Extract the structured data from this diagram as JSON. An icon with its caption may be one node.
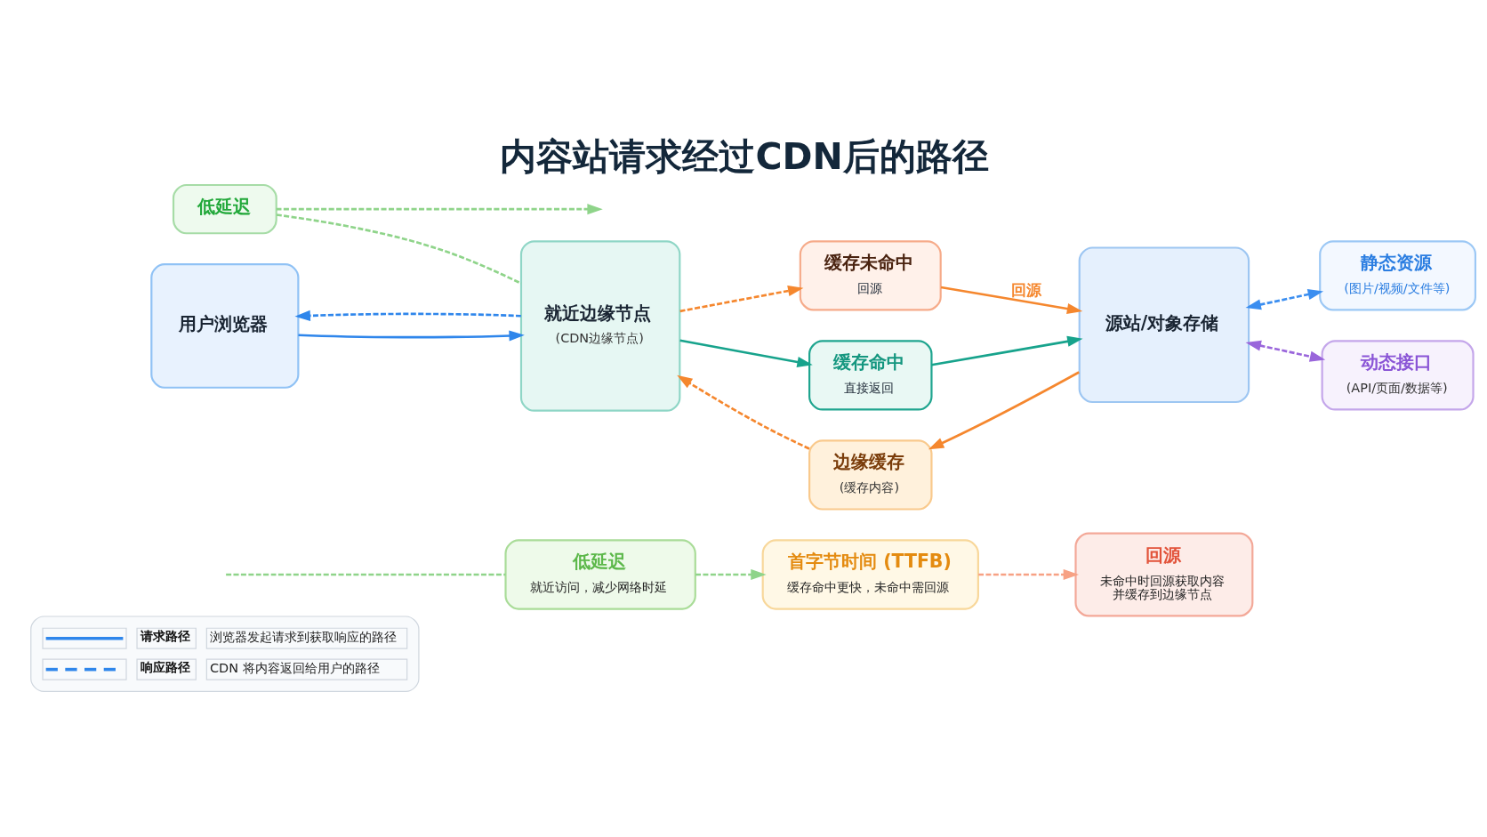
{
  "diagram": {
    "title": "内容站请求经过CDN后的路径",
    "nodes": [
      {
        "text": [
          "低延迟"
        ]
      },
      {
        "text": [
          "用户浏览器"
        ]
      },
      {
        "text": [
          "就近边缘节点",
          "(CDN边缘节点)"
        ]
      },
      {
        "text": [
          "缓存命中",
          "直接返回"
        ]
      },
      {
        "text": [
          "缓存未命中",
          "回源"
        ]
      },
      {
        "text": [
          "源站/对象存储"
        ]
      },
      {
        "text": [
          "静态资源",
          "(图片/视频/文件等)"
        ]
      },
      {
        "text": [
          "动态接口",
          "(API/页面/数据等)"
        ]
      },
      {
        "text": [
          "边缘缓存",
          "(缓存内容)"
        ]
      },
      {
        "text": [
          "低延迟",
          "就近访问，减少网络时延"
        ]
      },
      {
        "text": [
          "首字节时间 (TTFB)",
          "缓存命中更快，未命中需回源"
        ]
      },
      {
        "text": [
          "回源",
          "未命中时回源获取内容并缓存到边缘节点"
        ]
      }
    ],
    "edges": [
      {
        "from": 1,
        "to": 2,
        "arrow": "to",
        "color": "#2f86eb"
      },
      {
        "from": 2,
        "to": 1,
        "arrow": "to",
        "style": "dashed",
        "color": "#2f86eb"
      },
      {
        "from": 0,
        "to": null,
        "arrow": "to",
        "style": "dashed",
        "color": "#8fd48a"
      },
      {
        "from": 0,
        "to": 2,
        "arrow": "none",
        "style": "dashed",
        "color": "#8fd48a"
      },
      {
        "from": 2,
        "to": 3,
        "arrow": "to",
        "color": "#17a38c"
      },
      {
        "from": 3,
        "to": 5,
        "arrow": "to",
        "color": "#17a38c"
      },
      {
        "from": 2,
        "to": 4,
        "arrow": "to",
        "style": "dashed",
        "color": "#f5872e"
      },
      {
        "from": 4,
        "to": 5,
        "arrow": "to",
        "label": "回源",
        "color": "#f5872e"
      },
      {
        "from": 5,
        "to": 8,
        "arrow": "to",
        "color": "#f5872e"
      },
      {
        "from": 8,
        "to": 2,
        "arrow": "to",
        "style": "dashed",
        "color": "#f5872e"
      },
      {
        "from": 5,
        "to": 6,
        "arrow": "both",
        "style": "dashed",
        "color": "#3b8ef0"
      },
      {
        "from": 5,
        "to": 7,
        "arrow": "both",
        "style": "dashed",
        "color": "#9a66db"
      },
      {
        "from": null,
        "to": 9,
        "arrow": "none",
        "style": "dashed",
        "color": "#8fd48a"
      },
      {
        "from": 9,
        "to": 10,
        "arrow": "to",
        "style": "dashed",
        "color": "#8fd48a"
      },
      {
        "from": 10,
        "to": 11,
        "arrow": "to",
        "style": "dashed",
        "color": "#f7a184"
      }
    ],
    "labels": [
      "浏览器发起请求到获取响应的路径",
      "CDN 将内容返回给用户的路径"
    ],
    "legend": [
      {
        "text": "请求路径"
      },
      {
        "text": "响应路径"
      }
    ]
  }
}
